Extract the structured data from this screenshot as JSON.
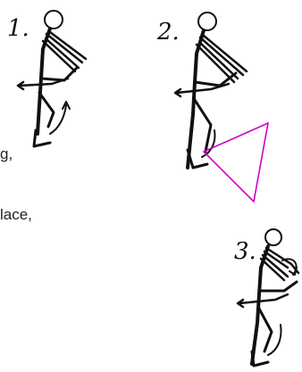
{
  "text_fragments": [
    "g,",
    "lace,"
  ],
  "steps": [
    {
      "number": "1."
    },
    {
      "number": "2."
    },
    {
      "number": "3."
    }
  ],
  "colors": {
    "ink": "#111111",
    "triangle": "#d000c8"
  }
}
